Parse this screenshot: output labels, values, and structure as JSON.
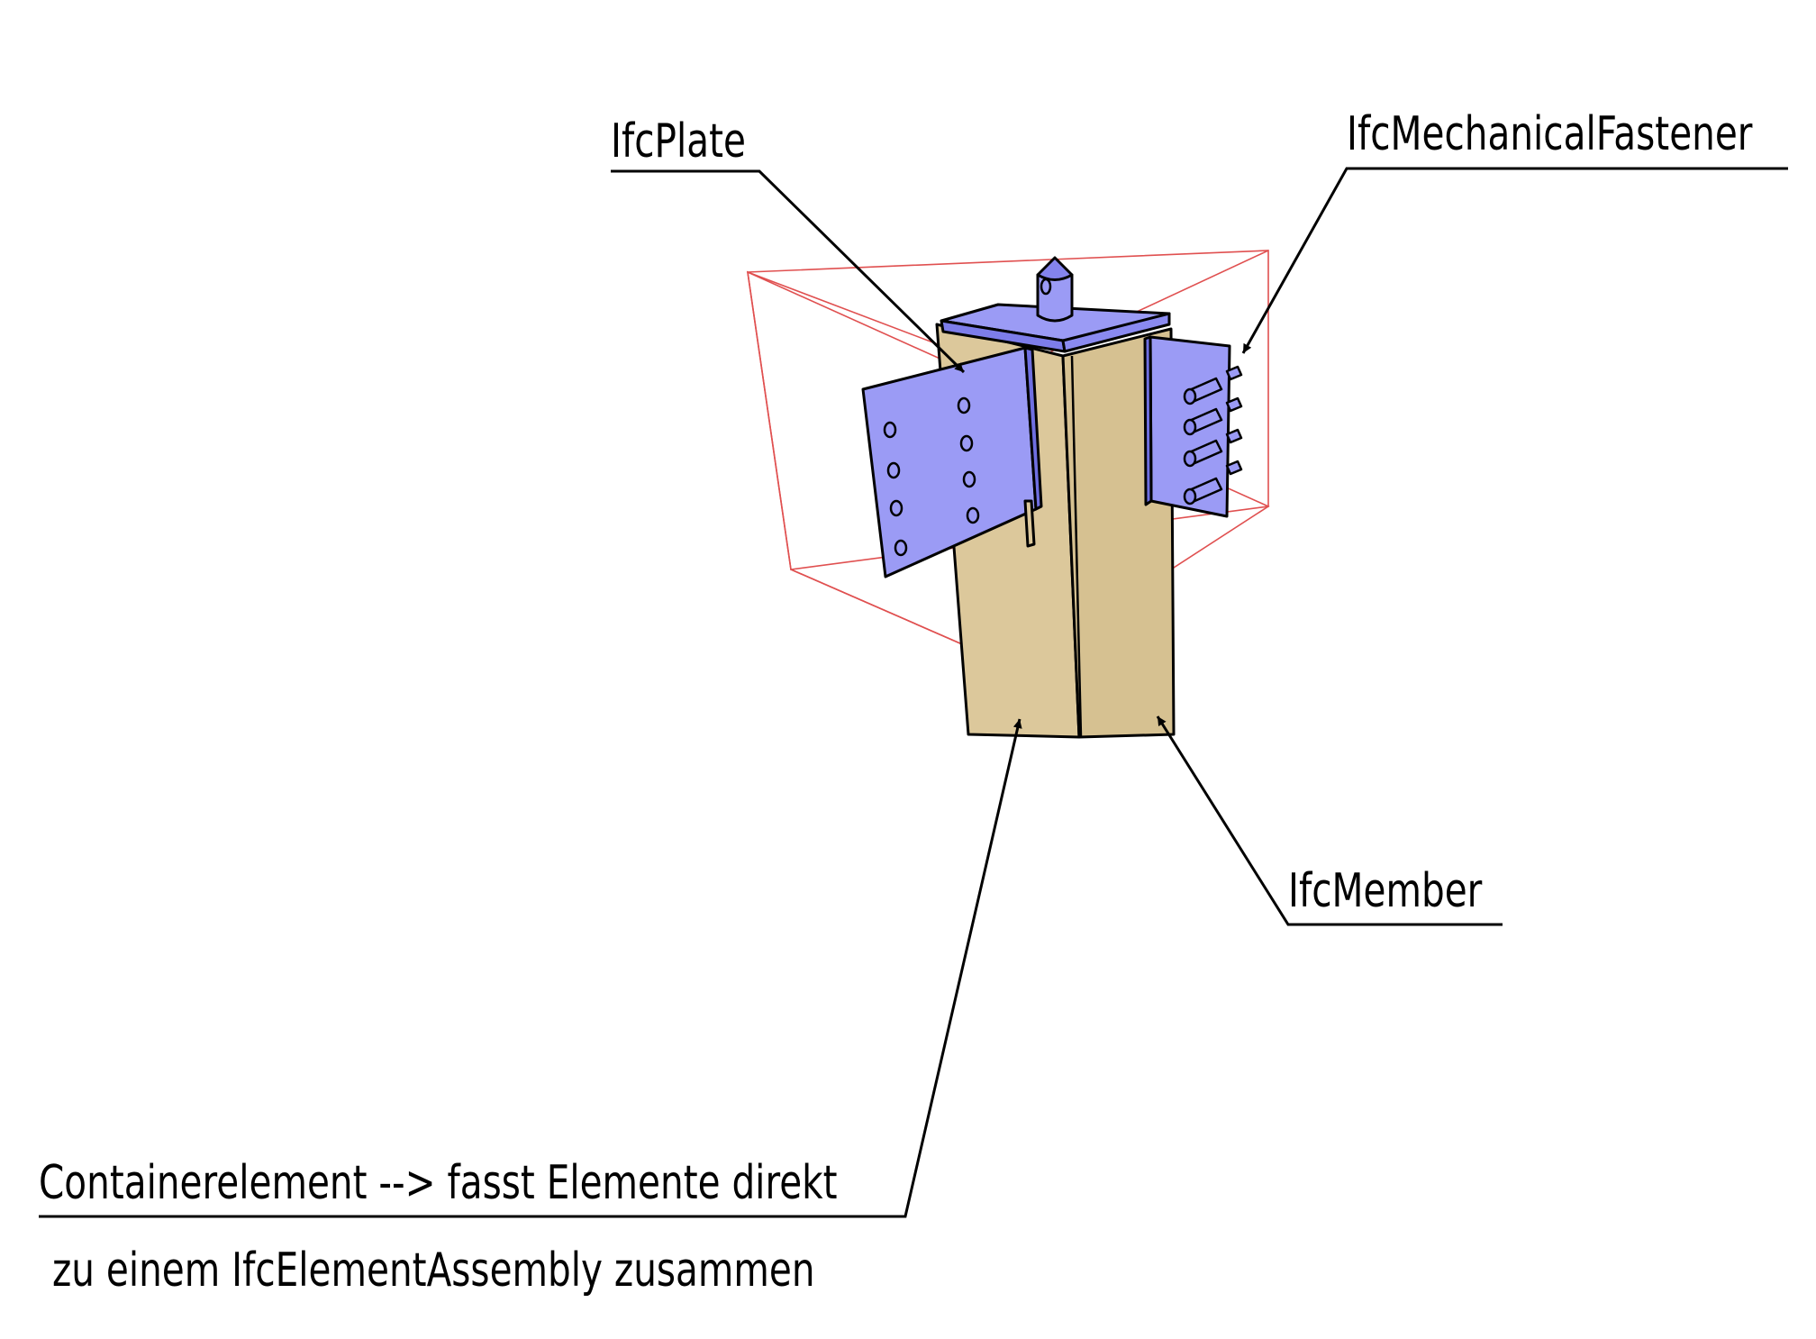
{
  "labels": {
    "plate": "IfcPlate",
    "fastener": "IfcMechanicalFastener",
    "member": "IfcMember",
    "container_line1": "Containerelement --> fasst Elemente direkt",
    "container_line2": "zu einem IfcElementAssembly zusammen"
  },
  "colors": {
    "steel": "#9b9bf5",
    "steel_dark": "#7d7dea",
    "wood": "#dcc89b",
    "wood_dark": "#cdb886",
    "bbox": "#e05050",
    "ink": "#000000"
  }
}
